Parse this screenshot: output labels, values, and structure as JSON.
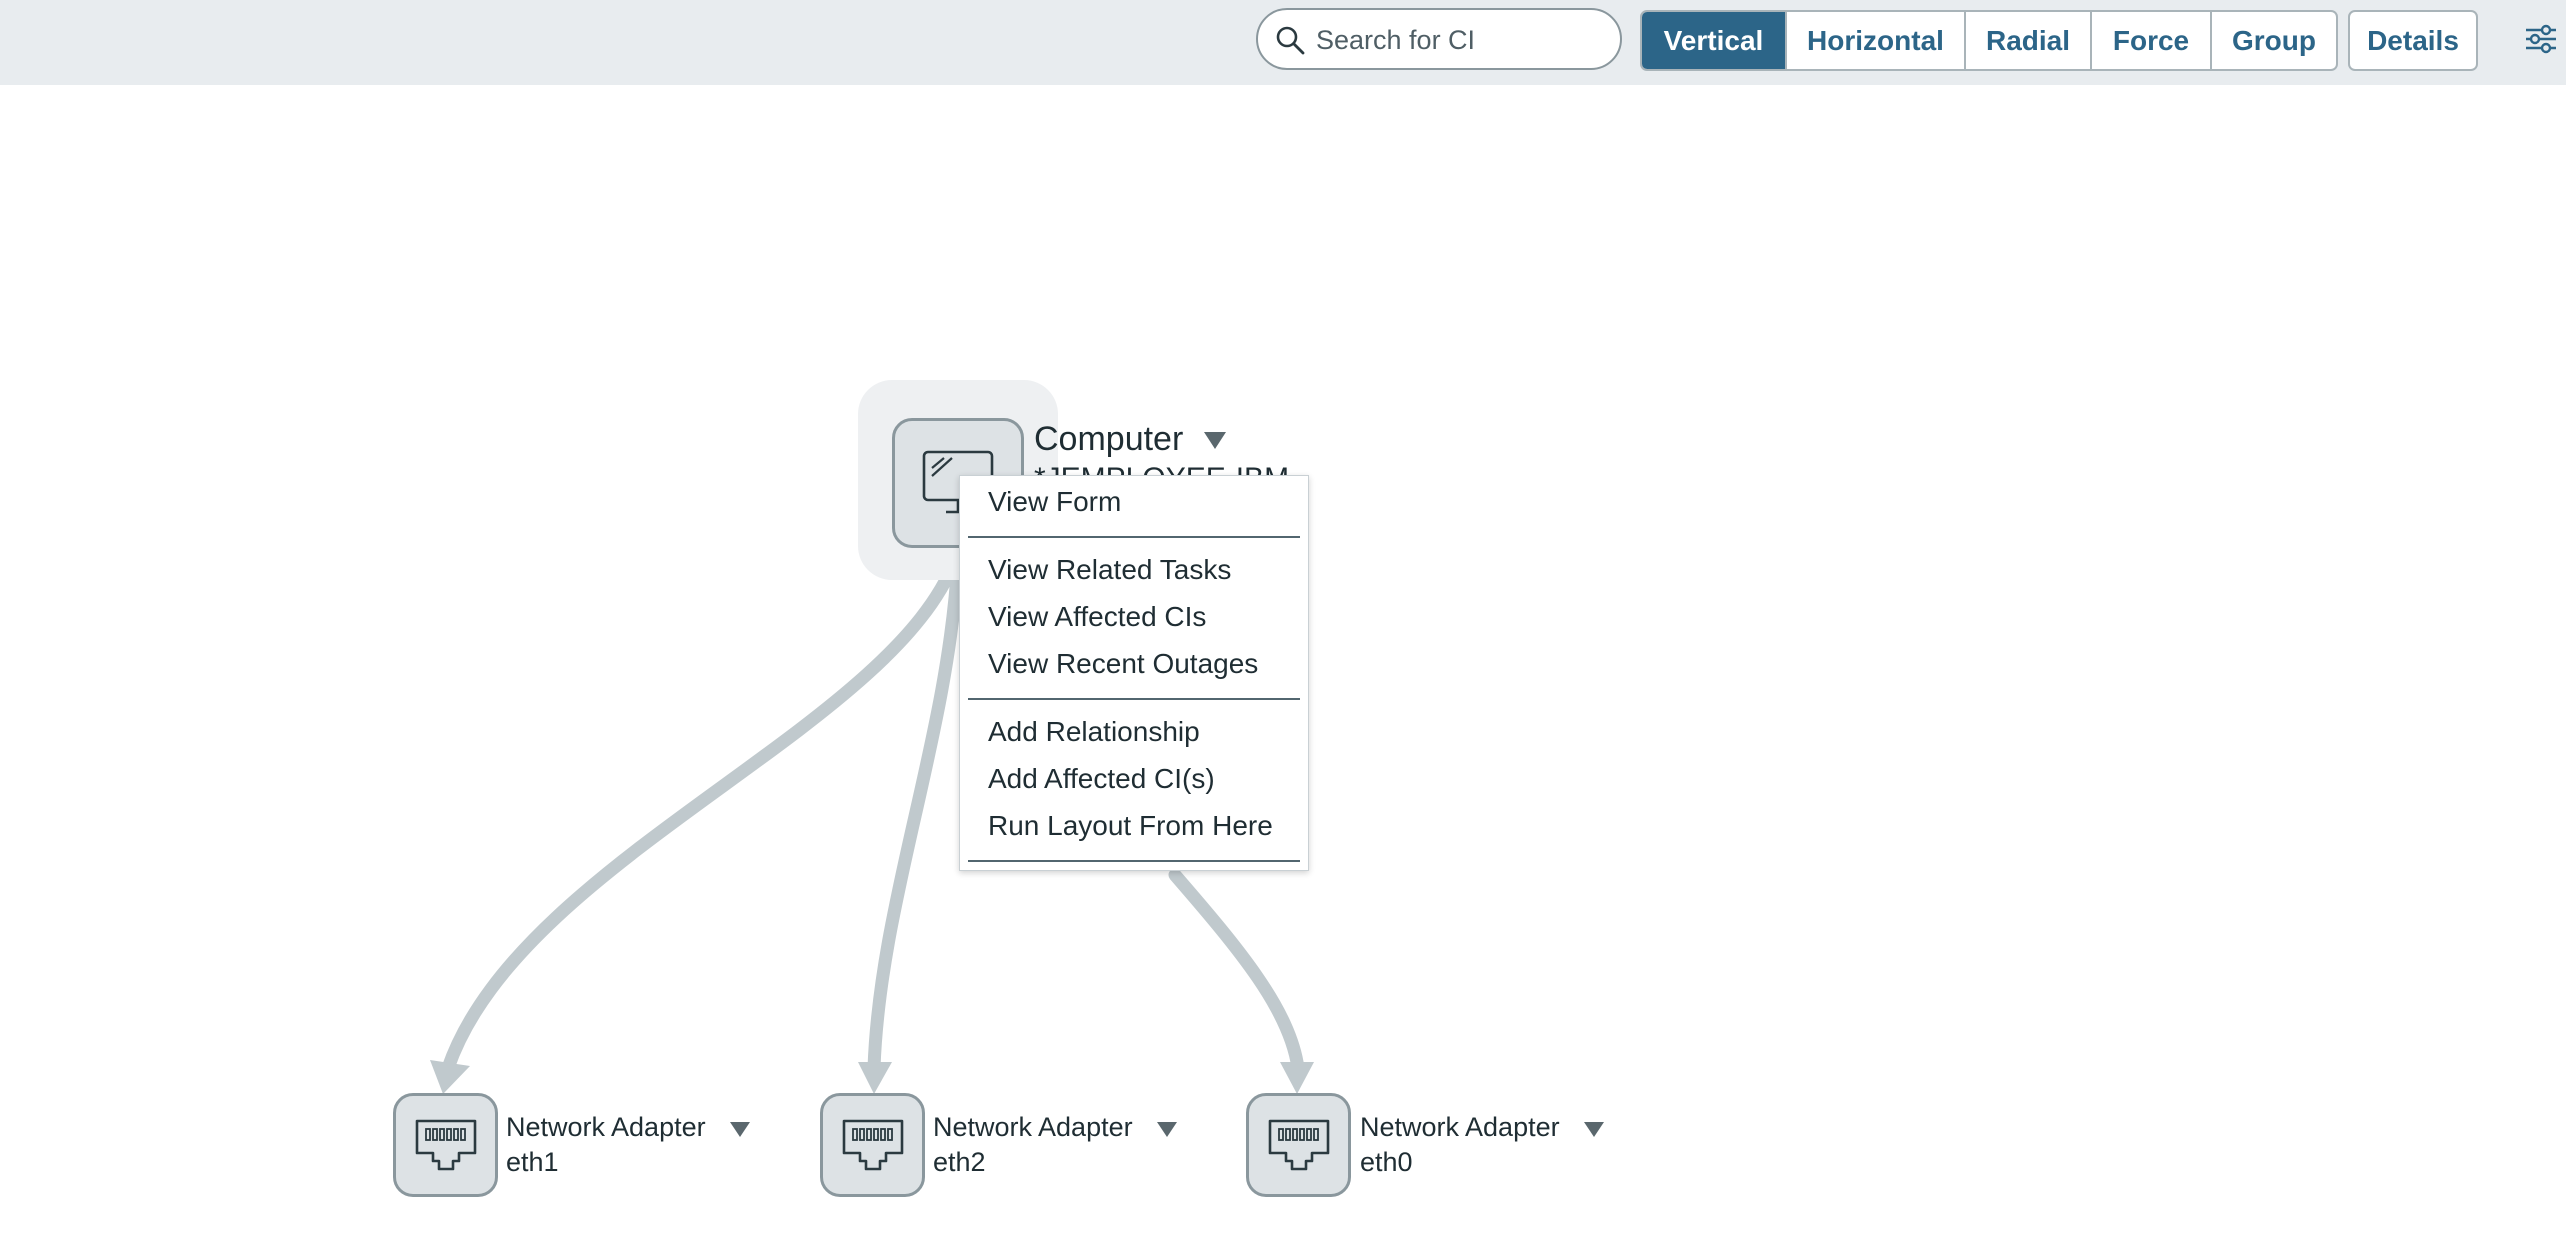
{
  "toolbar": {
    "search_placeholder": "Search for CI",
    "layouts": [
      {
        "label": "Vertical",
        "active": true
      },
      {
        "label": "Horizontal",
        "active": false
      },
      {
        "label": "Radial",
        "active": false
      },
      {
        "label": "Force",
        "active": false
      },
      {
        "label": "Group",
        "active": false
      }
    ],
    "details_label": "Details",
    "settings_icon": "sliders-icon"
  },
  "graph": {
    "root": {
      "title": "Computer",
      "subtitle": "*JEMPLOYEE-IBM",
      "icon": "monitor-icon"
    },
    "children": [
      {
        "title": "Network Adapter",
        "subtitle": "eth1",
        "icon": "ethernet-port-icon"
      },
      {
        "title": "Network Adapter",
        "subtitle": "eth2",
        "icon": "ethernet-port-icon"
      },
      {
        "title": "Network Adapter",
        "subtitle": "eth0",
        "icon": "ethernet-port-icon"
      }
    ],
    "edge_color": "#c0c9cd"
  },
  "context_menu": {
    "items": [
      "View Form",
      "View Related Tasks",
      "View Affected CIs",
      "View Recent Outages",
      "Add Relationship",
      "Add Affected CI(s)",
      "Run Layout From Here"
    ]
  },
  "colors": {
    "accent": "#2c6588",
    "topbar": "#e8ecef",
    "node_fill": "#dde2e5",
    "node_border": "#8a979d"
  }
}
